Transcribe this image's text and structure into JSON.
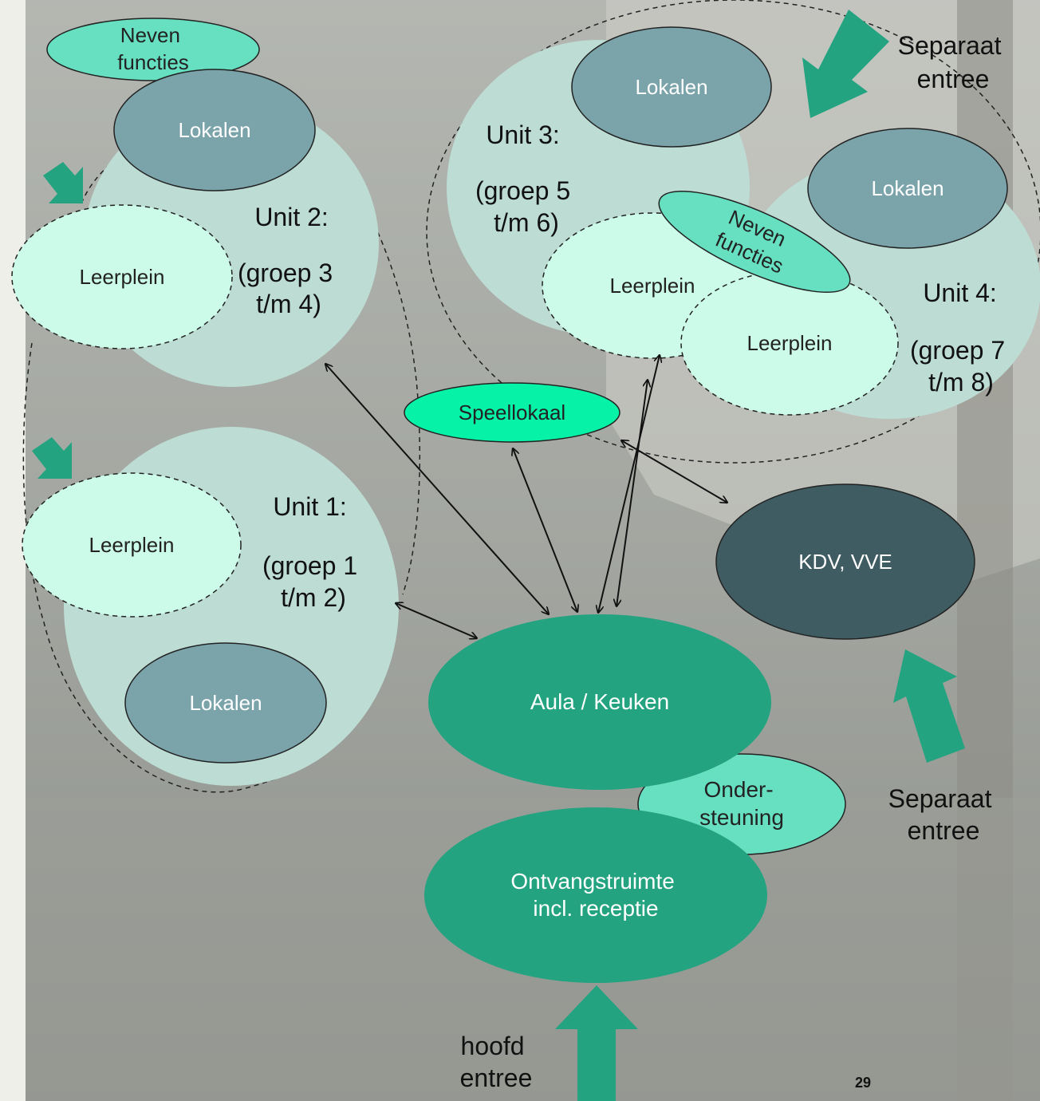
{
  "colors": {
    "page_margin": "#efefea",
    "photo_bg": "#a7aaa4",
    "unit_fill": "#bcdcd4",
    "leerplein_fill": "#ccfce9",
    "lokalen_fill": "#7aa3aa",
    "neven_fill": "#66e0c1",
    "speellokaal_fill": "#06f2a7",
    "aula_fill": "#23a380",
    "kdv_fill": "#3e5c61",
    "arrow_green": "#23a380"
  },
  "units": {
    "unit1": {
      "title": "Unit 1:",
      "line1": "(groep 1",
      "line2": "t/m 2)"
    },
    "unit2": {
      "title": "Unit 2:",
      "line1": "(groep 3",
      "line2": "t/m 4)"
    },
    "unit3": {
      "title": "Unit 3:",
      "line1": "(groep 5",
      "line2": "t/m 6)"
    },
    "unit4": {
      "title": "Unit 4:",
      "line1": "(groep 7",
      "line2": "t/m 8)"
    }
  },
  "labels": {
    "lokalen": "Lokalen",
    "leerplein": "Leerplein",
    "neven_line1": "Neven",
    "neven_line2": "functies",
    "speellokaal": "Speellokaal",
    "kdv": "KDV, VVE",
    "aula": "Aula / Keuken",
    "onder_line1": "Onder-",
    "onder_line2": "steuning",
    "ontvang_line1": "Ontvangstruimte",
    "ontvang_line2": "incl. receptie"
  },
  "entrances": {
    "separaat_top": {
      "line1": "Separaat",
      "line2": "entree"
    },
    "separaat_right": {
      "line1": "Separaat",
      "line2": "entree"
    },
    "hoofd": {
      "line1": "hoofd",
      "line2": "entree"
    }
  },
  "page_number": "29"
}
